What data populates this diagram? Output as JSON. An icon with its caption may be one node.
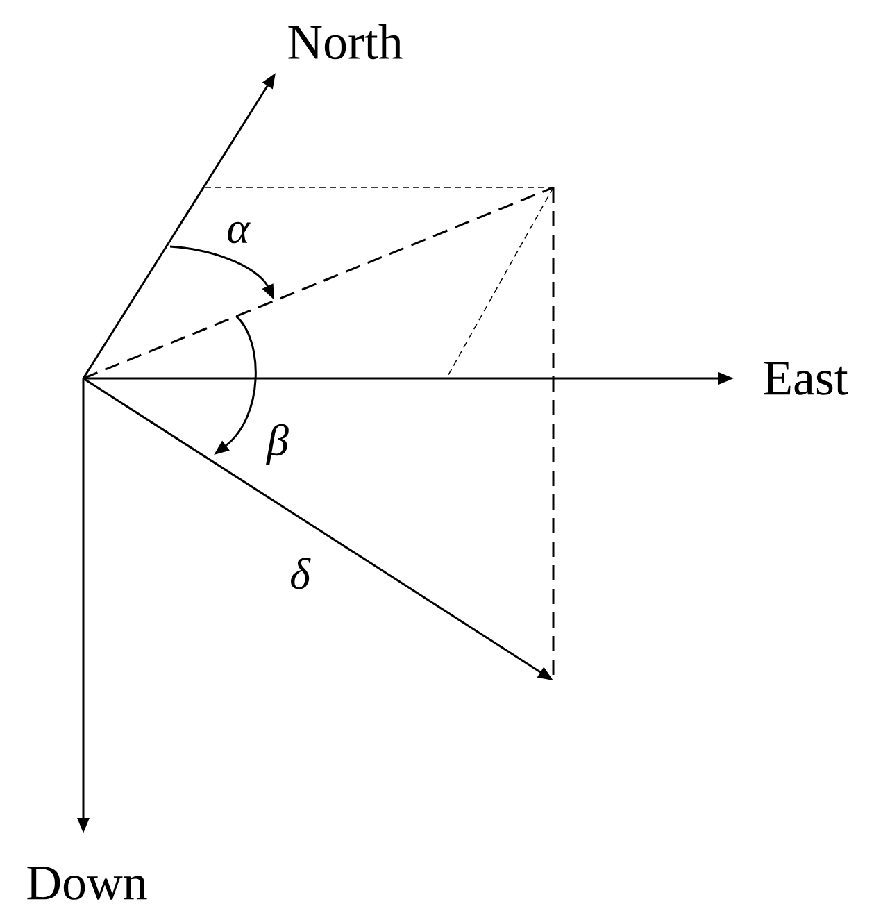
{
  "diagram": {
    "nodes": [
      {
        "text": [
          "North"
        ]
      },
      {
        "text": [
          "East"
        ]
      },
      {
        "text": [
          "Down"
        ]
      }
    ],
    "edges": [
      {
        "from": null,
        "to": 0,
        "arrow": "to"
      },
      {
        "from": null,
        "to": 1,
        "arrow": "to"
      },
      {
        "from": null,
        "to": 2,
        "arrow": "to"
      }
    ],
    "labels": [
      "α",
      "β",
      "δ"
    ]
  }
}
